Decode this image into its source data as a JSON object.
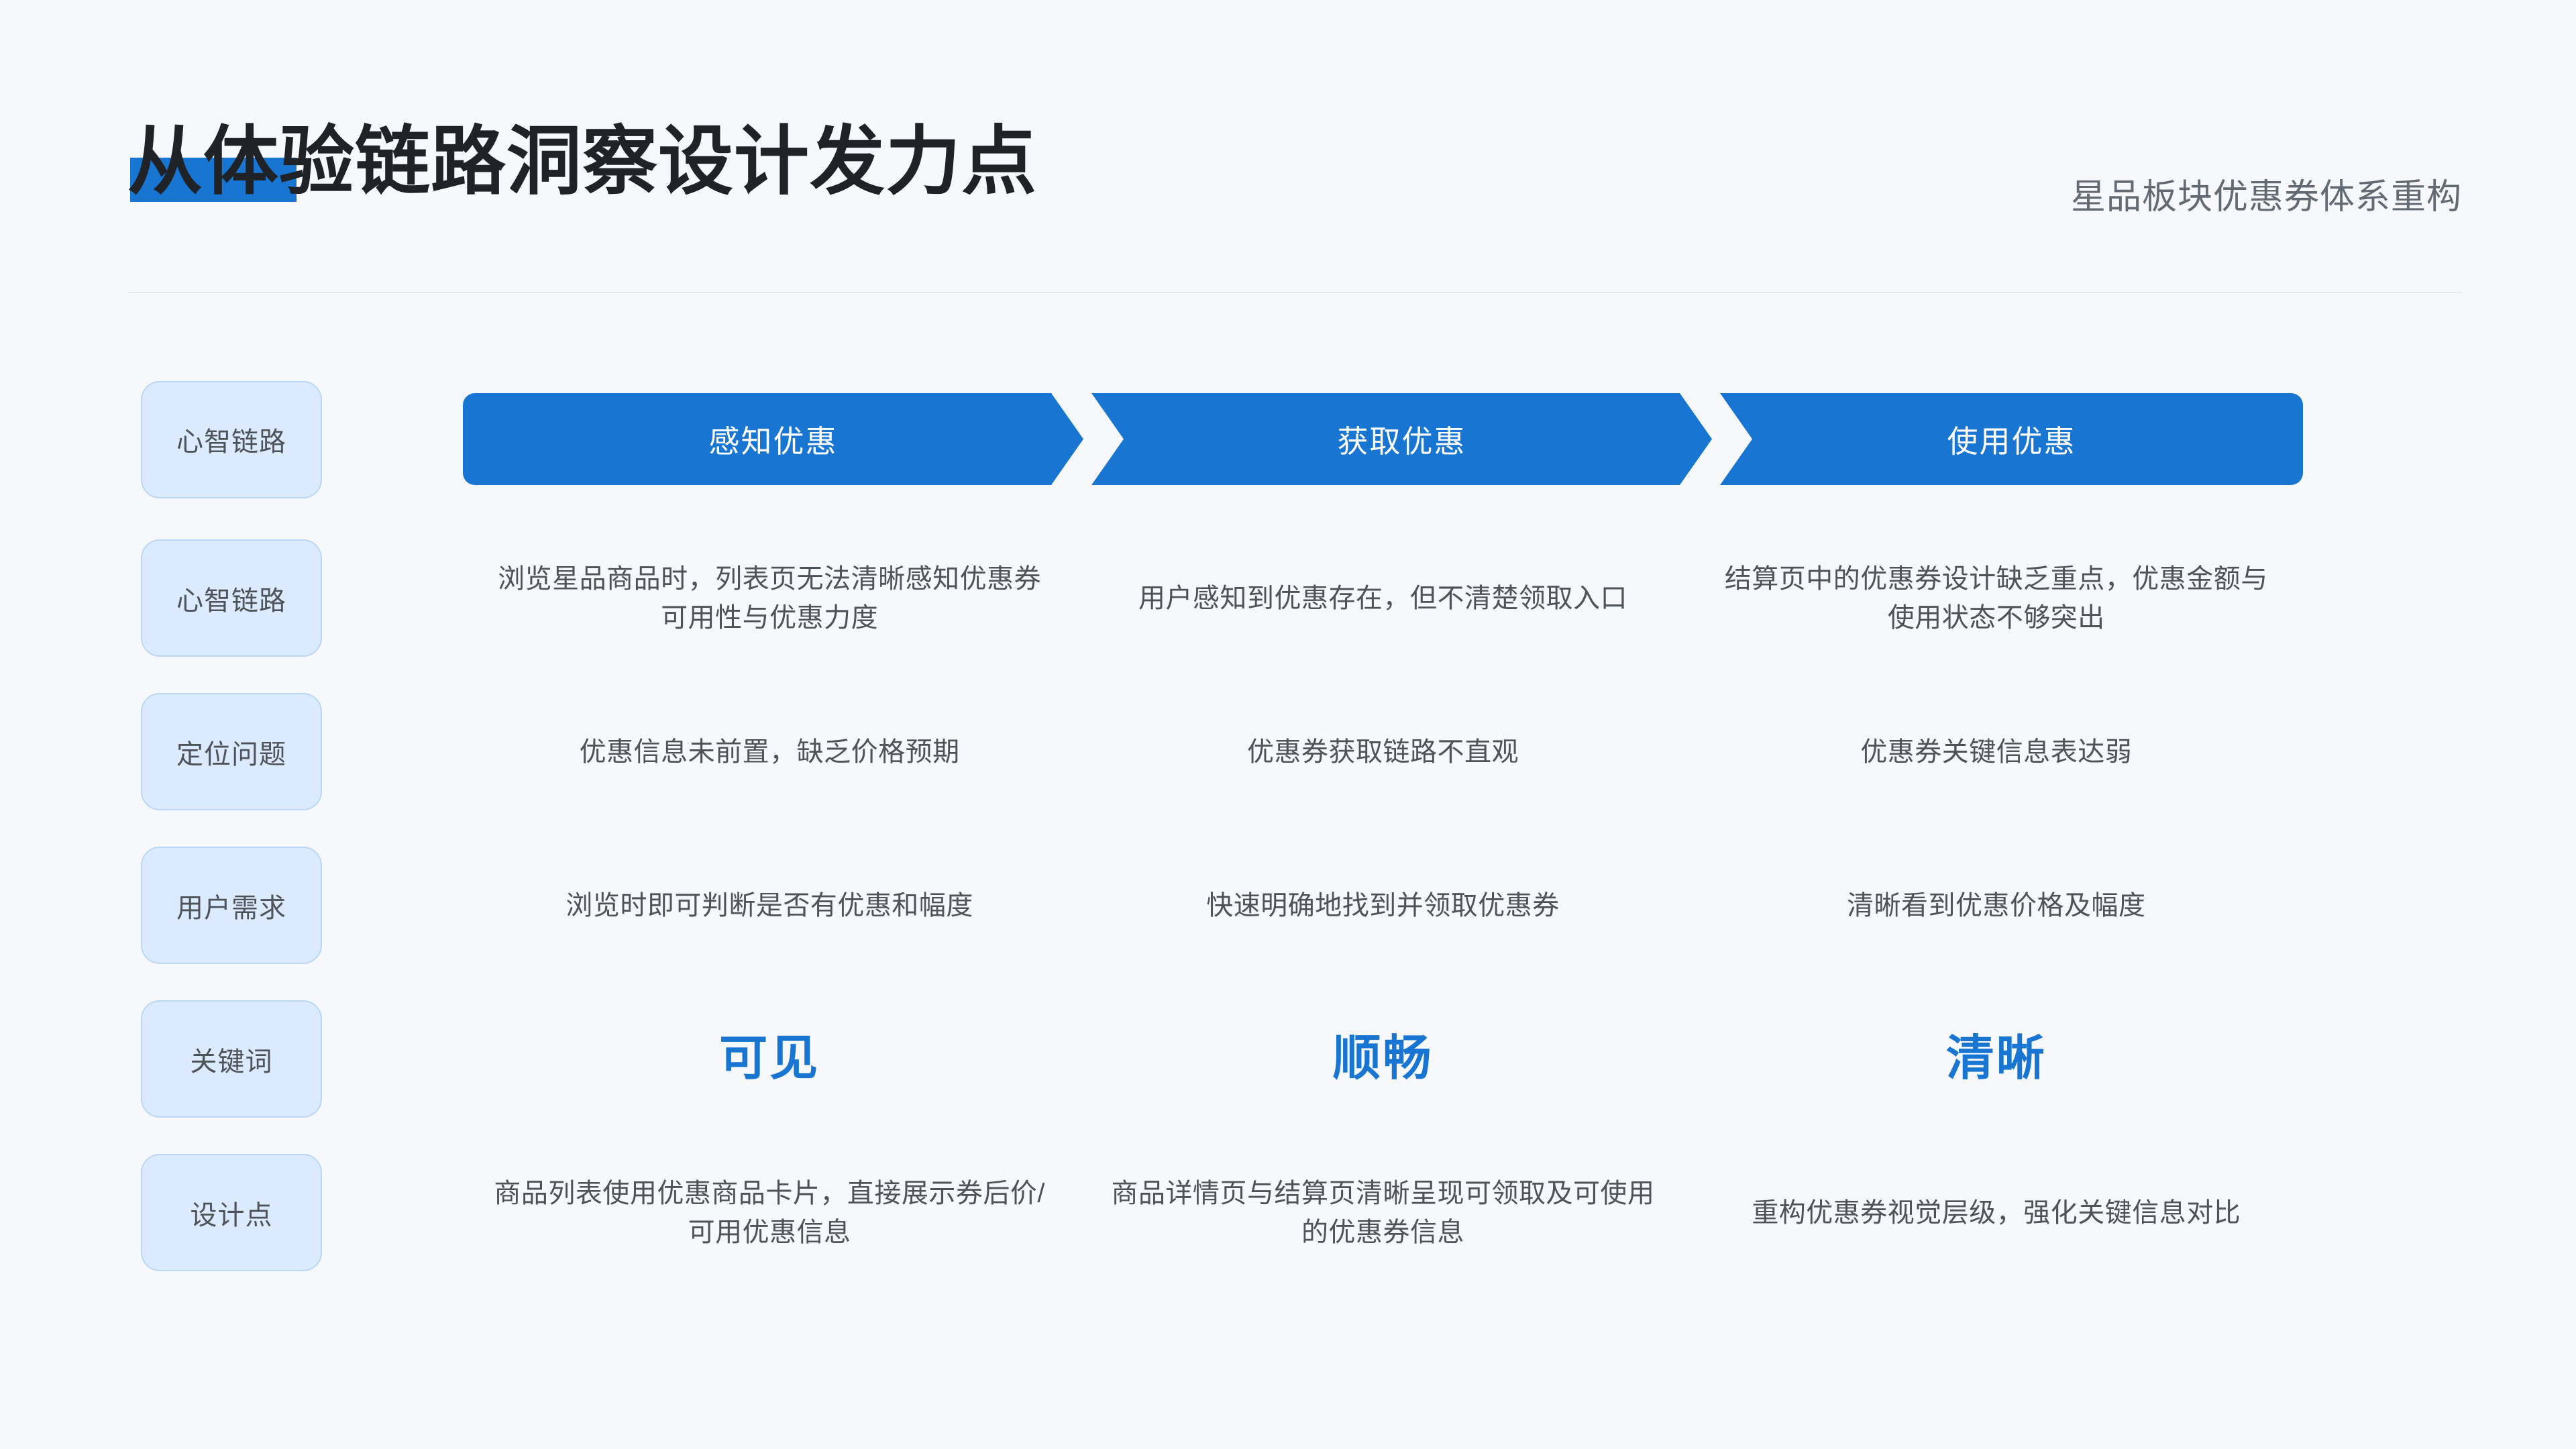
{
  "header": {
    "title": "从体验链路洞察设计发力点",
    "subtitle": "星品板块优惠券体系重构",
    "accent_color": "#1876d2",
    "title_color": "#1f2328",
    "subtitle_color": "#646a73"
  },
  "matrix": {
    "stages": [
      {
        "label": "感知优惠"
      },
      {
        "label": "获取优惠"
      },
      {
        "label": "使用优惠"
      }
    ],
    "rows": [
      {
        "label": "心智链路",
        "style": "banner",
        "cells": [
          "感知优惠",
          "获取优惠",
          "使用优惠"
        ]
      },
      {
        "label": "心智链路",
        "style": "text",
        "cells": [
          "浏览星品商品时，列表页无法清晰感知优惠券可用性与优惠力度",
          "用户感知到优惠存在，但不清楚领取入口",
          "结算页中的优惠券设计缺乏重点，优惠金额与使用状态不够突出"
        ]
      },
      {
        "label": "定位问题",
        "style": "text",
        "cells": [
          "优惠信息未前置，缺乏价格预期",
          "优惠券获取链路不直观",
          "优惠券关键信息表达弱"
        ]
      },
      {
        "label": "用户需求",
        "style": "text",
        "cells": [
          "浏览时即可判断是否有优惠和幅度",
          "快速明确地找到并领取优惠券",
          "清晰看到优惠价格及幅度"
        ]
      },
      {
        "label": "关键词",
        "style": "keyword",
        "cells": [
          "可见",
          "顺畅",
          "清晰"
        ]
      },
      {
        "label": "设计点",
        "style": "text",
        "cells": [
          "商品列表使用优惠商品卡片，直接展示券后价/可用优惠信息",
          "商品详情页与结算页清晰呈现可领取及可使用的优惠券信息",
          "重构优惠券视觉层级，强化关键信息对比"
        ]
      }
    ],
    "label_bg_color": "#dbeafe",
    "label_border_color": "#bcd7f5",
    "banner_color": "#1876d2",
    "keyword_color": "#1876d2",
    "body_text_color": "#4e5259"
  }
}
